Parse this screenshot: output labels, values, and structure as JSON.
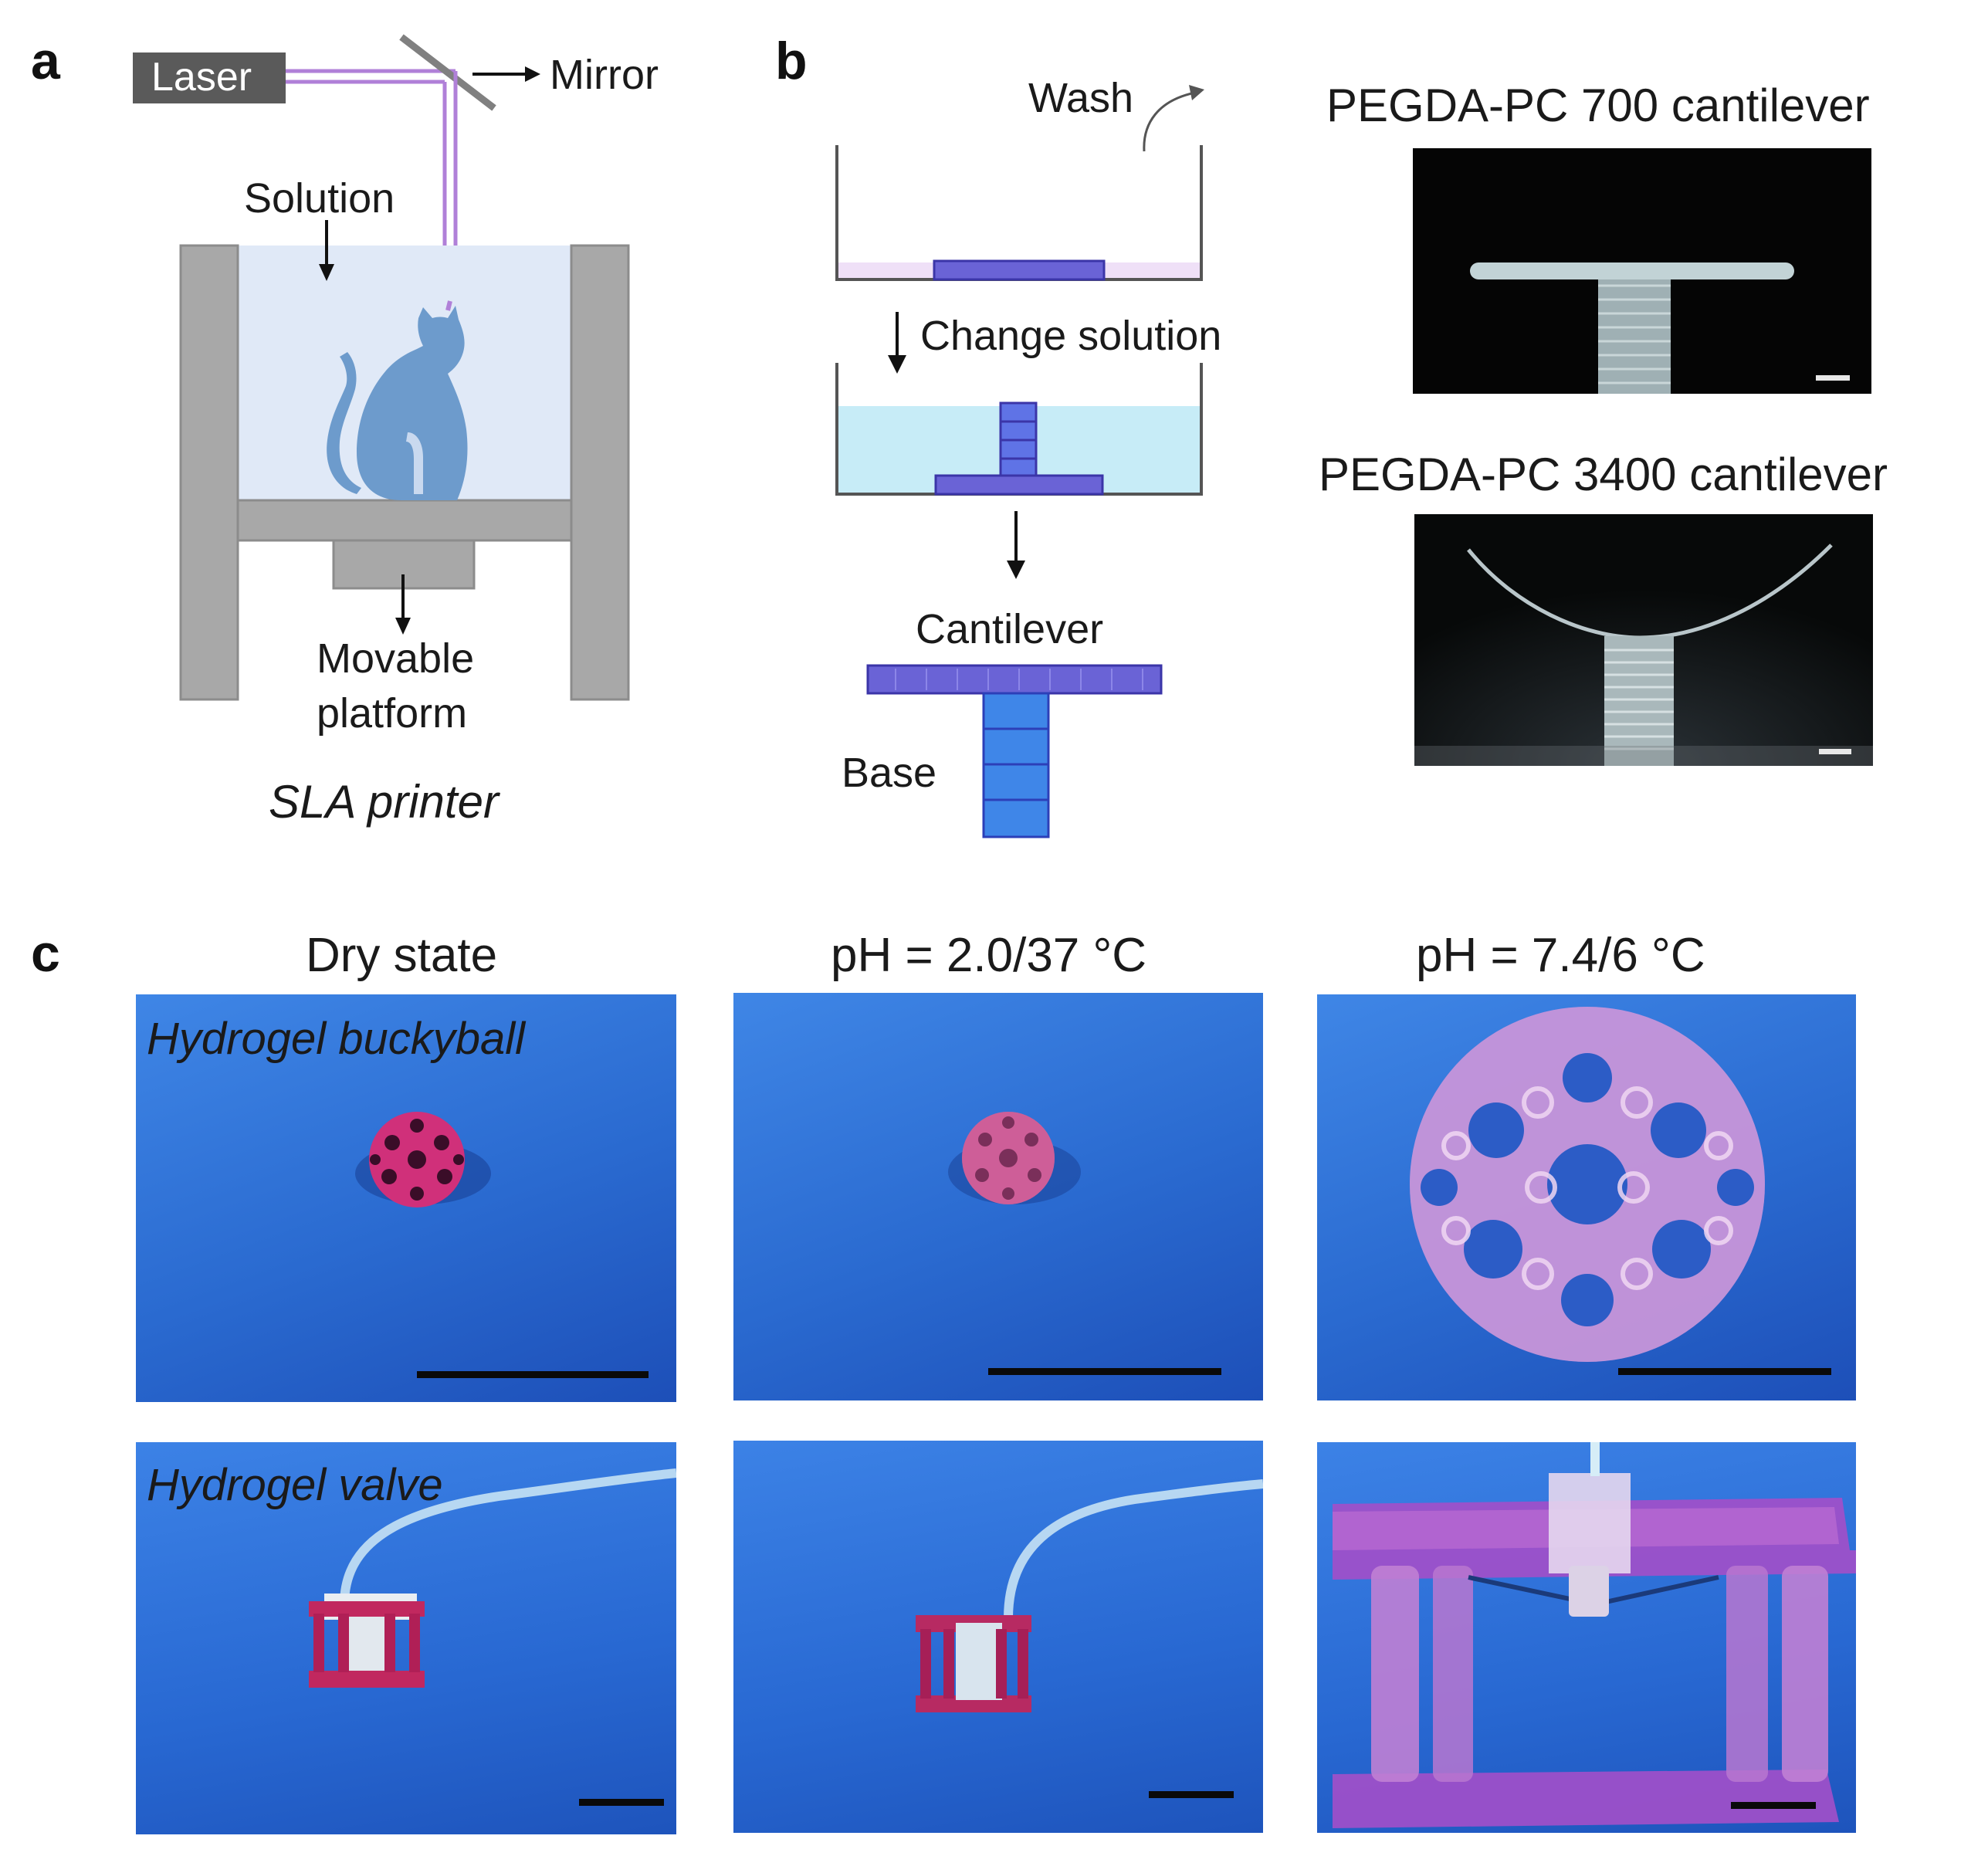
{
  "panels": {
    "a": {
      "letter": "a",
      "laser": "Laser",
      "mirror": "Mirror",
      "solution": "Solution",
      "platform_line1": "Movable",
      "platform_line2": "platform",
      "caption": "SLA printer"
    },
    "b": {
      "letter": "b",
      "wash": "Wash",
      "change_solution": "Change solution",
      "cantilever": "Cantilever",
      "base": "Base",
      "photo_top_title": "PEGDA-PC 700 cantilever",
      "photo_bottom_title": "PEGDA-PC 3400 cantilever"
    },
    "c": {
      "letter": "c",
      "columns": [
        "Dry state",
        "pH = 2.0/37 °C",
        "pH = 7.4/6 °C"
      ],
      "rows": [
        "Hydrogel buckyball",
        "Hydrogel valve"
      ]
    }
  },
  "colors": {
    "frame_gray": "#a8a8a8",
    "solution_blue": "#dfe8f6",
    "cat_blue": "#6d9bcc",
    "laser_purple": "#a56ad0",
    "block_purple": "#6a63d6",
    "liquid_cyan": "#c7ecf7",
    "photo_blue": "#2a6fd3",
    "gel_pink": "#d0307a"
  }
}
